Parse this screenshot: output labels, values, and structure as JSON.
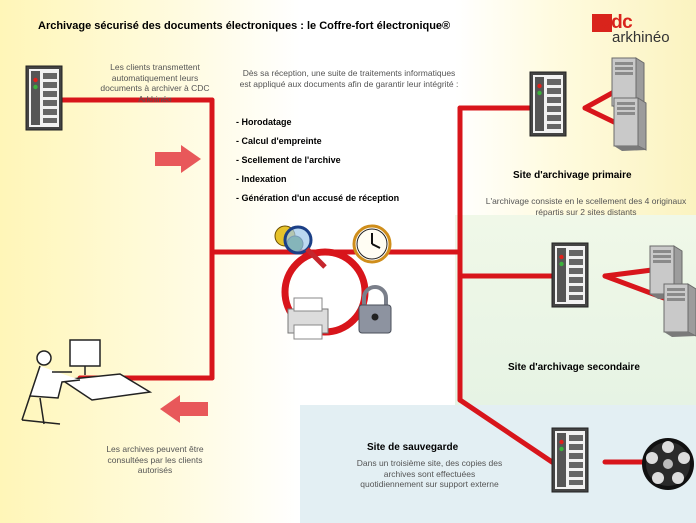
{
  "title": "Archivage sécurisé des documents électroniques : le Coffre-fort électronique®",
  "logo": {
    "top": "cdc",
    "bottom": "arkhinéo"
  },
  "client_send_text": "Les clients transmettent automatiquement leurs documents à archiver à CDC Arkhinéo",
  "processing_intro": "Dès sa réception, une suite de traitements informatiques est appliqué aux documents afin de garantir leur intégrité :",
  "processing_steps": [
    "- Horodatage",
    "- Calcul d'empreinte",
    "- Scellement de l'archive",
    "- Indexation",
    "- Génération d'un accusé de réception"
  ],
  "primary_site": {
    "title": "Site d'archivage primaire",
    "description": "L'archivage consiste en le scellement des 4 originaux répartis sur 2 sites distants"
  },
  "secondary_site": {
    "title": "Site d'archivage secondaire"
  },
  "backup_site": {
    "title": "Site de sauvegarde",
    "description": "Dans un troisième site, des copies des archives sont effectuées quotidiennement sur support externe"
  },
  "client_consult_text": "Les archives peuvent être consultées par les clients autorisés",
  "colors": {
    "line": "#d8151b",
    "arrow": "#e8585a",
    "logo": "#d9241c"
  },
  "icons": [
    "server-icon",
    "computer-user-icon",
    "magnifier-icon",
    "clock-icon",
    "printer-icon",
    "padlock-icon",
    "tape-reel-icon"
  ]
}
